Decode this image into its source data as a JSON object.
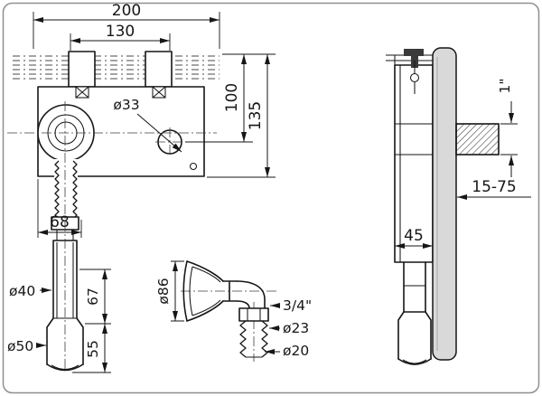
{
  "colors": {
    "line": "#161616",
    "plate_fill": "#d9d9d9",
    "bracket_fill": "#3a3a3a",
    "frame": "#8f8f8f",
    "background": "#ffffff"
  },
  "front_view": {
    "dim_total_width": "200",
    "dim_bolt_spacing": "130",
    "dim_outlet_height": "100",
    "dim_total_height": "135",
    "outlet_diameter": "ø33",
    "dim_trap_width": "68",
    "pipe_diameter": "ø40",
    "dim_pipe_upper": "67",
    "socket_diameter": "ø50",
    "dim_pipe_lower": "55"
  },
  "connector_detail": {
    "rosette_diameter": "ø86",
    "thread_size": "3/4\"",
    "hose_diameter": "ø23",
    "nozzle_diameter": "ø20"
  },
  "side_view": {
    "spout_thread": "1\"",
    "mounting_range": "15-75",
    "dim_body_depth": "45"
  }
}
